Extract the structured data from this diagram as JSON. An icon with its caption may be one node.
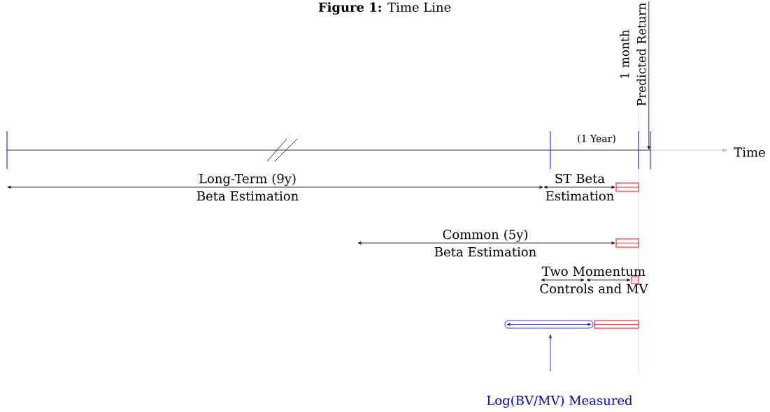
{
  "diagram": {
    "title": "**Figure 1:** Time Line",
    "nodes": [
      {
        "text": [
          "1 month Predicted Return"
        ]
      },
      {
        "text": [],
        "shape": "box"
      },
      {
        "text": [],
        "shape": "box"
      },
      {
        "text": [],
        "shape": "box"
      },
      {
        "text": [],
        "shape": "bar"
      },
      {
        "text": [],
        "shape": "box"
      },
      {
        "text": [
          "Log(BV/MV) Measured"
        ]
      }
    ],
    "edges": [
      {
        "from": 6,
        "to": 4,
        "arrow": "to",
        "color": "#0000ff"
      },
      {
        "from": 0,
        "to": null,
        "arrow": "to",
        "color": "#000000"
      }
    ],
    "labels": [
      "(1 Year)",
      "Time",
      "Long-Term (9y) Beta Estimation",
      "ST Beta Estimation",
      "Common (5y) Beta Estimation",
      "Two Momentum Controls and MV"
    ]
  }
}
